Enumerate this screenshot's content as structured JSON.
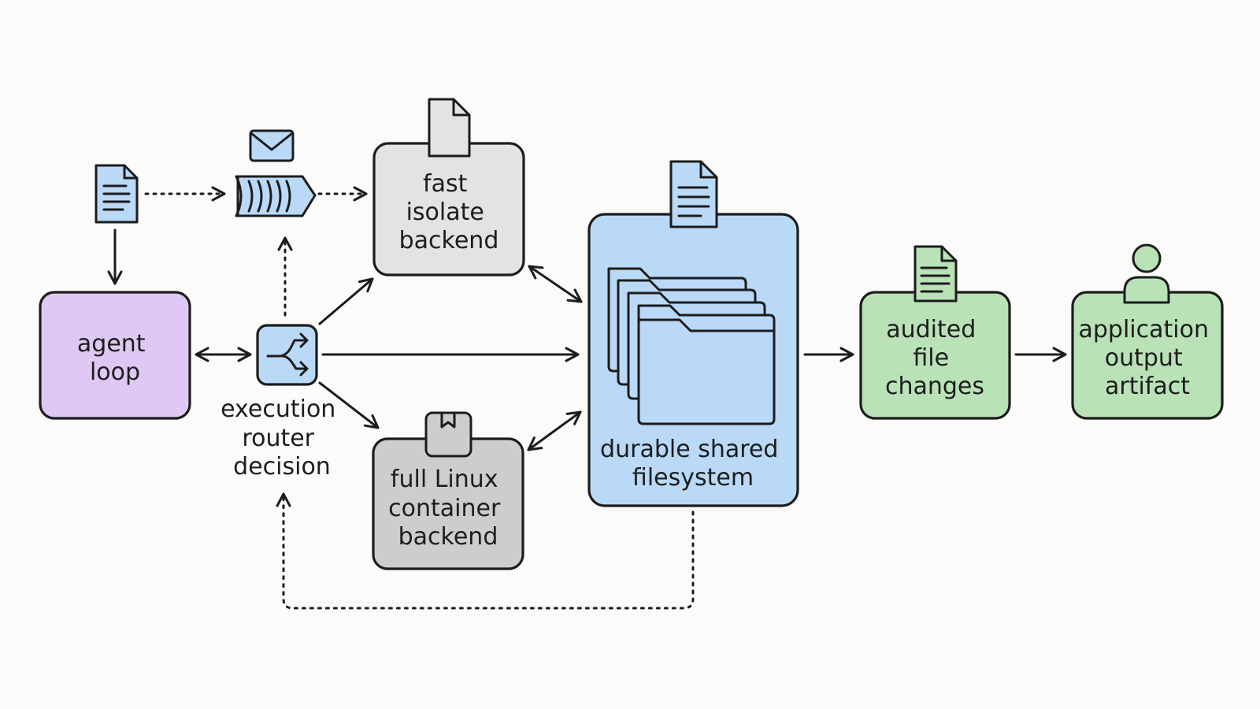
{
  "colors": {
    "purple": "#dfc8f4",
    "blue": "#b9d9f7",
    "light_gray": "#e3e3e3",
    "gray": "#cdcdcd",
    "green": "#b9e2b7",
    "outline": "#1c1c1c"
  },
  "nodes": {
    "agent_loop": {
      "lines": [
        "agent",
        "loop"
      ]
    },
    "router": {
      "lines": [
        "execution",
        "router",
        "decision"
      ]
    },
    "fast_backend": {
      "lines": [
        "fast",
        "isolate",
        "backend"
      ]
    },
    "container_backend": {
      "lines": [
        "full Linux",
        "container",
        "backend"
      ]
    },
    "filesystem": {
      "lines": [
        "durable shared",
        "filesystem"
      ]
    },
    "audited": {
      "lines": [
        "audited",
        "file",
        "changes"
      ]
    },
    "artifact": {
      "lines": [
        "application",
        "output",
        "artifact"
      ]
    }
  },
  "icons": [
    "document-icon",
    "envelope-icon",
    "message-queue-icon",
    "shuffle-icon",
    "file-icon",
    "box-icon",
    "folder-stack-icon",
    "user-icon"
  ]
}
